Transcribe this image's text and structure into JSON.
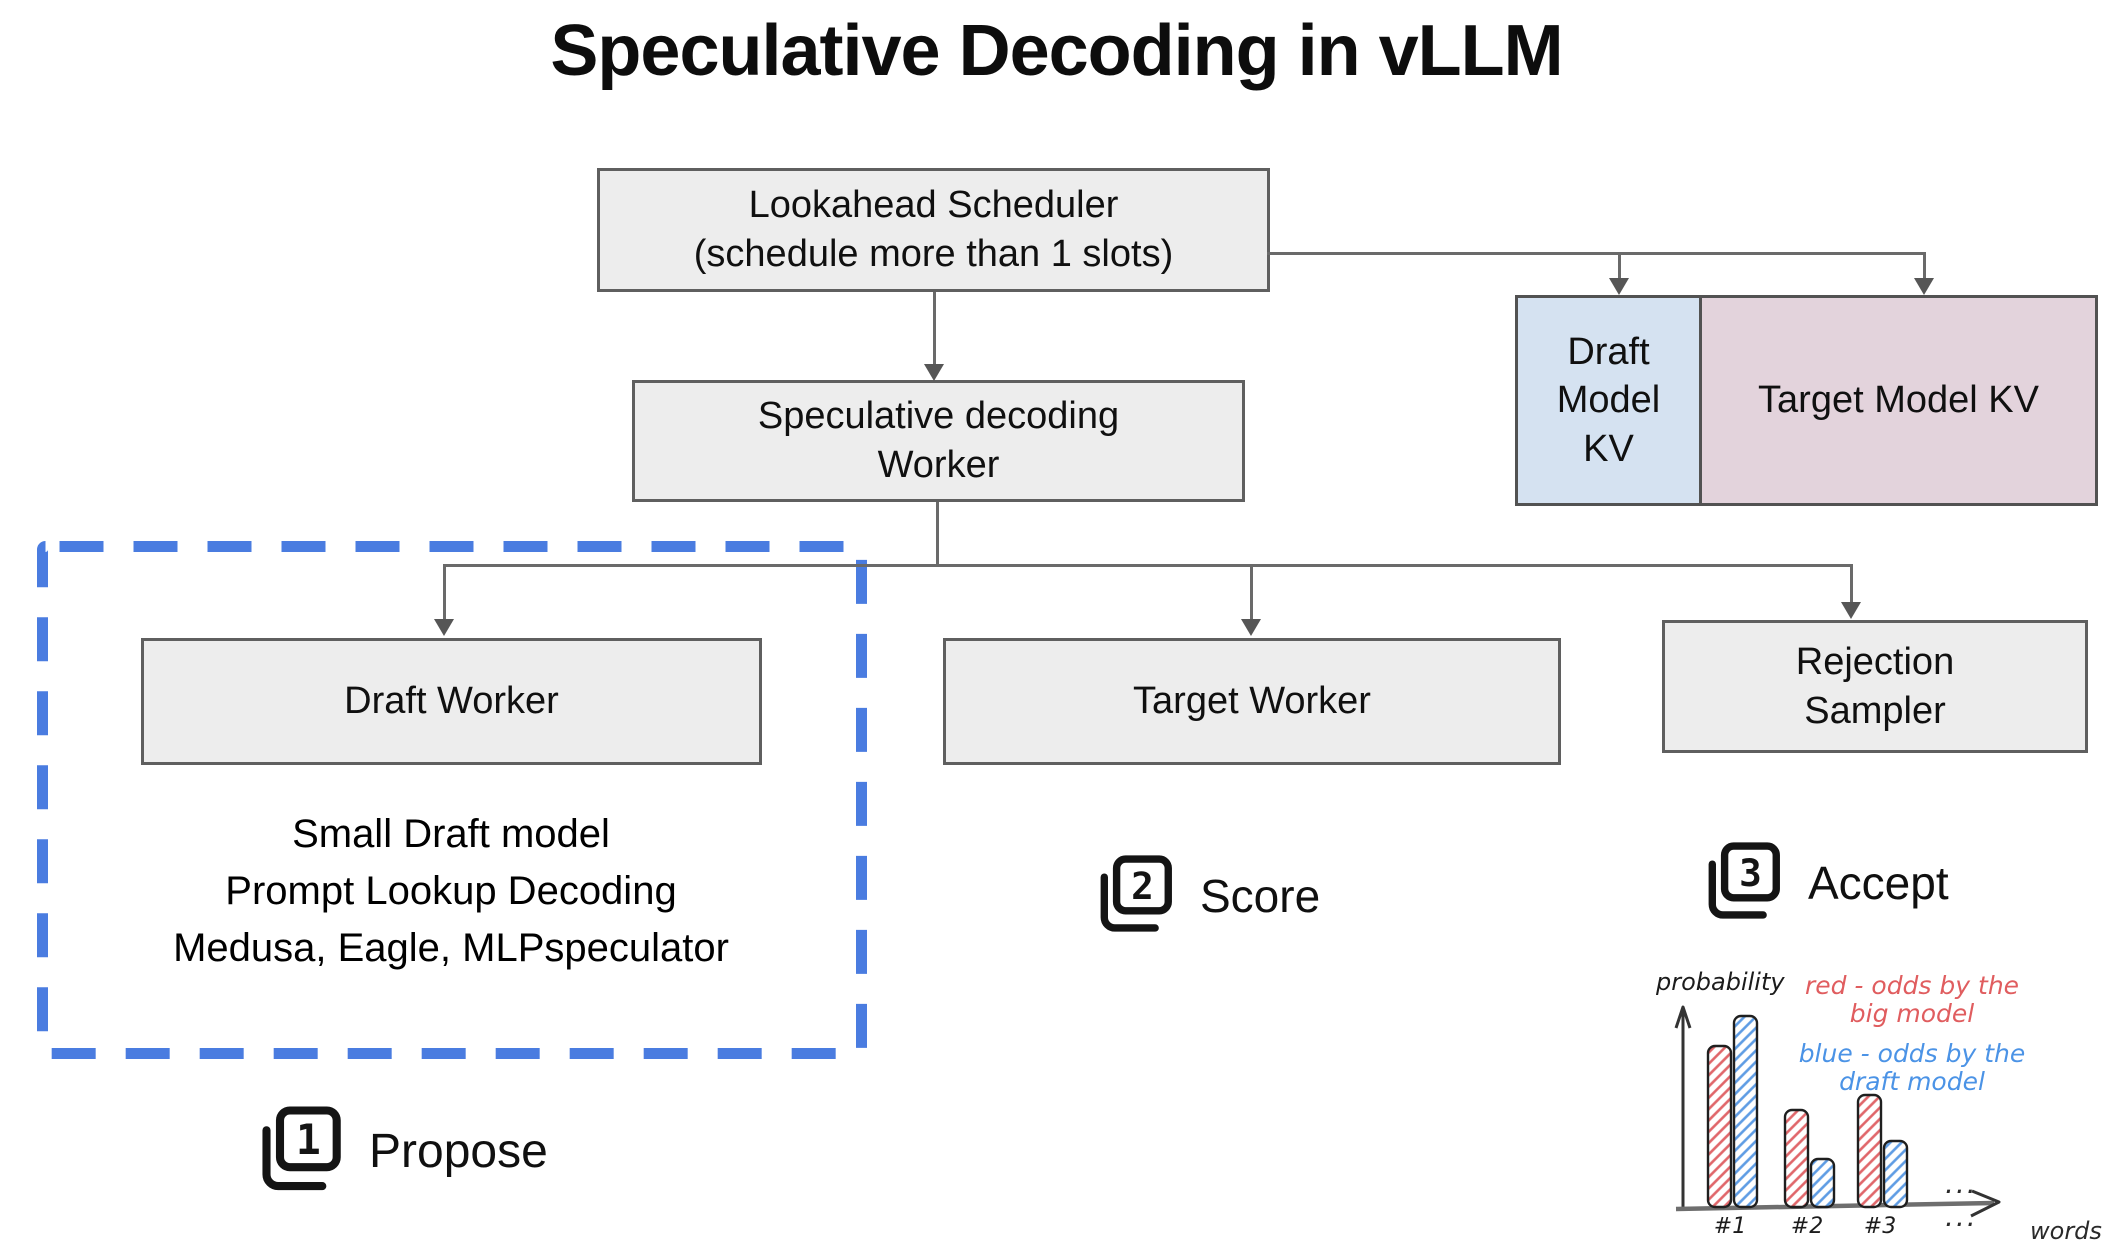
{
  "title": "Speculative Decoding in vLLM",
  "boxes": {
    "lookahead": {
      "line1": "Lookahead Scheduler",
      "line2": "(schedule more than 1 slots)"
    },
    "spec_worker": {
      "line1": "Speculative decoding",
      "line2": "Worker"
    },
    "draft_kv": "Draft Model KV",
    "target_kv": "Target Model KV",
    "draft_worker": "Draft Worker",
    "target_worker": "Target Worker",
    "rejection_sampler": {
      "line1": "Rejection",
      "line2": "Sampler"
    }
  },
  "draft_methods": {
    "line1": "Small Draft model",
    "line2": "Prompt Lookup Decoding",
    "line3": "Medusa, Eagle, MLPspeculator"
  },
  "steps": [
    {
      "num": "1",
      "label": "Propose"
    },
    {
      "num": "2",
      "label": "Score"
    },
    {
      "num": "3",
      "label": "Accept"
    }
  ],
  "colors": {
    "dashed_border": "#4a7ce0",
    "connector": "#6a6a6a",
    "box_fill": "#ededed",
    "box_border": "#5f5f5f",
    "draft_kv_fill": "#d5e2f1",
    "target_kv_fill": "#e3d3dc"
  },
  "chart_data": {
    "type": "bar",
    "title": "",
    "ylabel": "probability",
    "xlabel": "words",
    "categories": [
      "#1",
      "#2",
      "#3"
    ],
    "series": [
      {
        "name": "red - odds by the big model",
        "color": "#e05d5f",
        "values": [
          0.73,
          0.44,
          0.51
        ]
      },
      {
        "name": "blue - odds by the draft model",
        "color": "#4b93e6",
        "values": [
          0.87,
          0.22,
          0.3
        ]
      }
    ],
    "ylim": [
      0,
      1
    ],
    "legend_position": "top-right",
    "grid": false,
    "ellipsis": "...",
    "legend": {
      "red_line1": "red - odds by the",
      "red_line2": "big model",
      "blue_line1": "blue - odds by the",
      "blue_line2": "draft model"
    }
  }
}
